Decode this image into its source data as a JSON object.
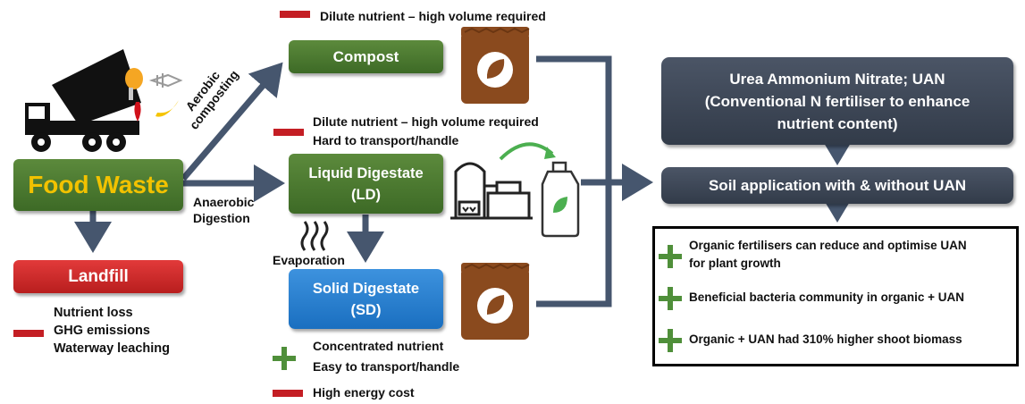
{
  "nodes": {
    "food_waste": "Food Waste",
    "landfill": "Landfill",
    "compost": "Compost",
    "liquid_digestate": [
      "Liquid Digestate",
      "(LD)"
    ],
    "solid_digestate": [
      "Solid Digestate",
      "(SD)"
    ],
    "uan": [
      "Urea Ammonium Nitrate; UAN",
      "(Conventional N fertiliser to enhance",
      "nutrient content)"
    ],
    "soil_application": "Soil application with & without UAN"
  },
  "edge_labels": {
    "aerobic": [
      "Aerobic",
      "composting"
    ],
    "anaerobic": [
      "Anaerobic",
      "Digestion"
    ],
    "evaporation": "Evaporation"
  },
  "notes": {
    "compost_minus": "Dilute nutrient – high volume required",
    "ld_minus": [
      "Dilute nutrient – high volume required",
      "Hard to transport/handle"
    ],
    "sd_plus": [
      "Concentrated nutrient",
      "Easy to transport/handle"
    ],
    "sd_minus": "High energy cost",
    "landfill_minus": [
      "Nutrient loss",
      "GHG emissions",
      "Waterway leaching"
    ]
  },
  "findings": [
    [
      "Organic fertilisers can reduce and optimise UAN",
      "for plant growth"
    ],
    [
      "Beneficial bacteria community in organic + UAN"
    ],
    [
      "Organic + UAN had 310% higher shoot biomass"
    ]
  ],
  "colors": {
    "arrow": "#46566e",
    "green_box": "#4a7a2f",
    "food_waste_text": "#f2c200",
    "red_box": "#d42b2b",
    "blue_box": "#2a80d0",
    "dark_box": "#3d4757",
    "minus": "#c41e24",
    "plus": "#4f8f3a",
    "bag": "#8a4a1e"
  },
  "icons": [
    "dump-truck-icon",
    "food-scraps-icon",
    "fertiliser-bag-icon",
    "biogas-plant-icon",
    "liquid-bottle-icon",
    "heat-waves-icon"
  ]
}
